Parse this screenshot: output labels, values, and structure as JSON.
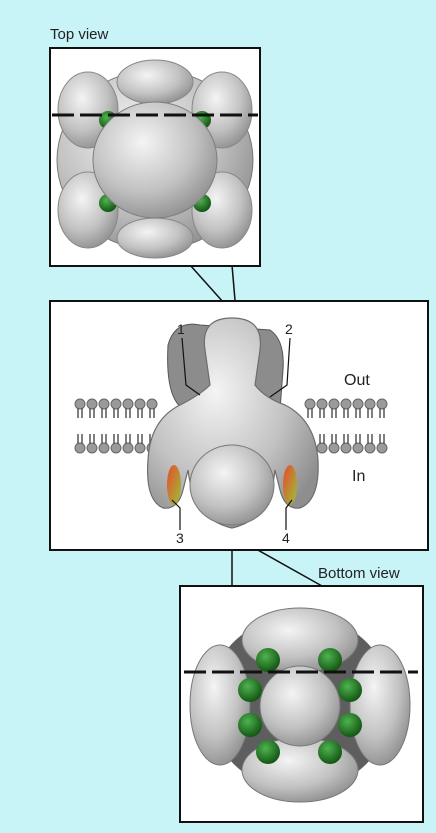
{
  "colors": {
    "background": "#c8f4f8",
    "panel_fill": "#ffffff",
    "panel_border": "#111111",
    "protein_gray": "#b9b9b9",
    "protein_light": "#e8e8e8",
    "protein_dark": "#8a8a8a",
    "channel_green": "#1f7a1f",
    "channel_orange": "#e06a2a",
    "lipid_head": "#9a9a9a",
    "lipid_tail": "#555555"
  },
  "labels": {
    "top_view": "Top view",
    "bottom_view": "Bottom view",
    "out": "Out",
    "in": "In"
  },
  "callouts": [
    "1",
    "2",
    "3",
    "4"
  ]
}
